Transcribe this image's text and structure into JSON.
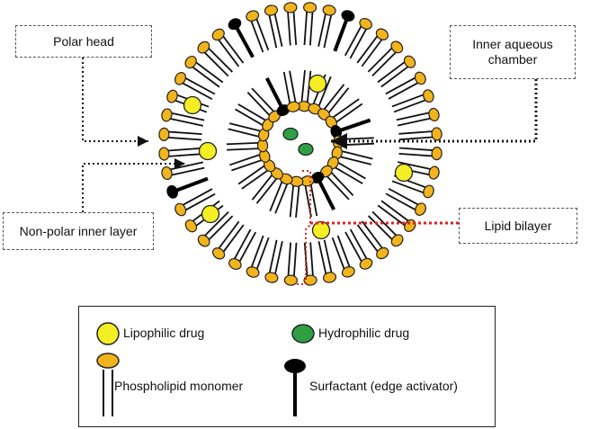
{
  "callouts": {
    "polar_head": "Polar head",
    "inner_aqueous_chamber": "Inner aqueous chamber",
    "non_polar_inner_layer": "Non-polar inner layer",
    "lipid_bilayer": "Lipid bilayer"
  },
  "legend": {
    "lipophilic_drug": "Lipophilic drug",
    "hydrophilic_drug": "Hydrophilic drug",
    "phospholipid_monomer": "Phospholipid monomer",
    "surfactant": "Surfactant (edge activator)"
  },
  "colors": {
    "head": "#f2b41c",
    "lipophilic_drug": "#f4ee25",
    "hydrophilic_drug": "#2ea043",
    "surfactant": "#000000",
    "lipid_bilayer_marker": "#e02020",
    "outline": "#222222"
  }
}
